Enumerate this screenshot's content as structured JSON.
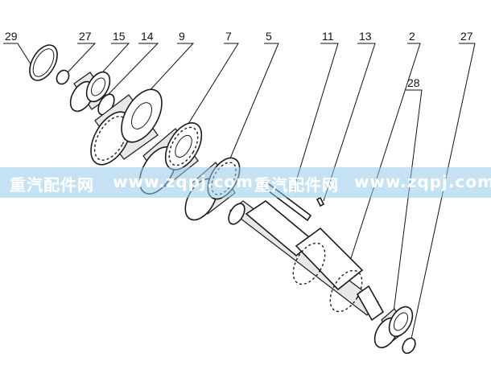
{
  "part_labels": [
    {
      "id": "label-29",
      "text": "29"
    },
    {
      "id": "label-27-left",
      "text": "27"
    },
    {
      "id": "label-15",
      "text": "15"
    },
    {
      "id": "label-14",
      "text": "14"
    },
    {
      "id": "label-9",
      "text": "9"
    },
    {
      "id": "label-7",
      "text": "7"
    },
    {
      "id": "label-5",
      "text": "5"
    },
    {
      "id": "label-11",
      "text": "11"
    },
    {
      "id": "label-13",
      "text": "13"
    },
    {
      "id": "label-2",
      "text": "2"
    },
    {
      "id": "label-27-right",
      "text": "27"
    },
    {
      "id": "label-28",
      "text": "28"
    }
  ],
  "watermark": {
    "segments": [
      "重汽配件网",
      "www.zqpj.com",
      "重汽配件网",
      "www.zqpj.com"
    ],
    "band_color": "#96c8eb"
  }
}
